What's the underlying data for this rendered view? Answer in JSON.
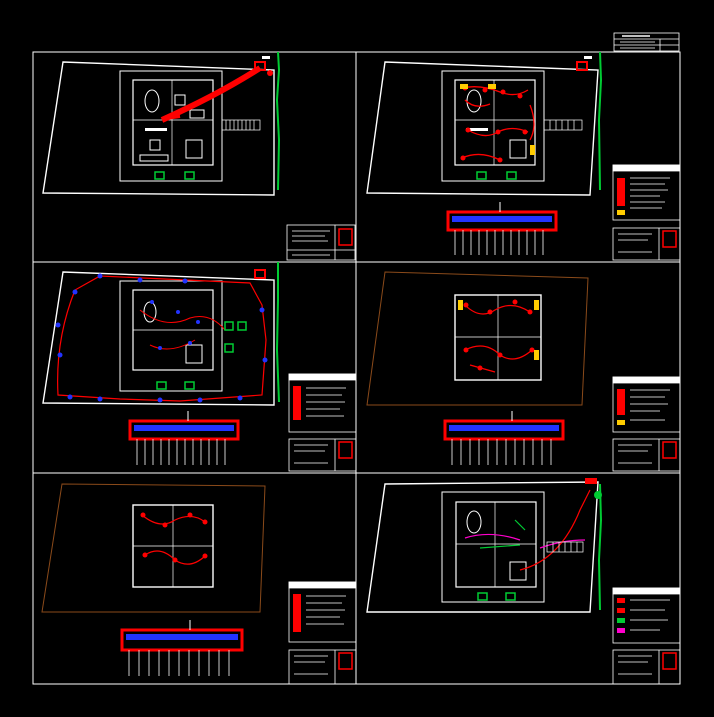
{
  "drawing": {
    "background": "#000000",
    "line_color": "#ffffff",
    "accent_red": "#ff0000",
    "accent_green": "#00cc33",
    "accent_blue": "#2233ff",
    "accent_magenta": "#ff00cc",
    "accent_yellow": "#ffcc00",
    "boundary_brown": "#8a4a1a"
  },
  "panels": [
    {
      "id": "p1",
      "content": "site-plan-feeder-run"
    },
    {
      "id": "p2",
      "content": "lighting-circuits-with-panel"
    },
    {
      "id": "p3",
      "content": "perimeter-lighting-circuit"
    },
    {
      "id": "p4",
      "content": "upper-floor-circuits"
    },
    {
      "id": "p5",
      "content": "upper-floor-circuits-b"
    },
    {
      "id": "p6",
      "content": "special-systems-layout"
    }
  ]
}
